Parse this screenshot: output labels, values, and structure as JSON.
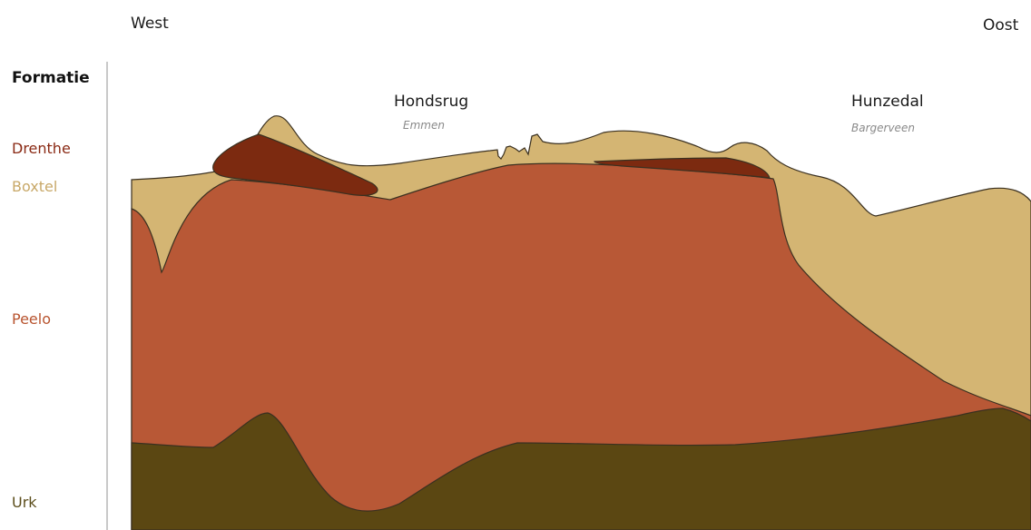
{
  "directions": {
    "west": "West",
    "east": "Oost"
  },
  "legend": {
    "title": "Formatie",
    "items": [
      {
        "name": "Drenthe",
        "color": "#8a2a14"
      },
      {
        "name": "Boxtel",
        "color": "#c8a868"
      },
      {
        "name": "Peelo",
        "color": "#b8542f"
      },
      {
        "name": "Urk",
        "color": "#5c4e1c"
      }
    ]
  },
  "places": [
    {
      "name": "Hondsrug",
      "sub": "Emmen"
    },
    {
      "name": "Hunzedal",
      "sub": "Bargerveen"
    }
  ],
  "colors": {
    "boxtel": "#d4b573",
    "peelo": "#b85836",
    "drenthe": "#7c2a10",
    "urk": "#5b4712",
    "outline": "#3a3020"
  }
}
